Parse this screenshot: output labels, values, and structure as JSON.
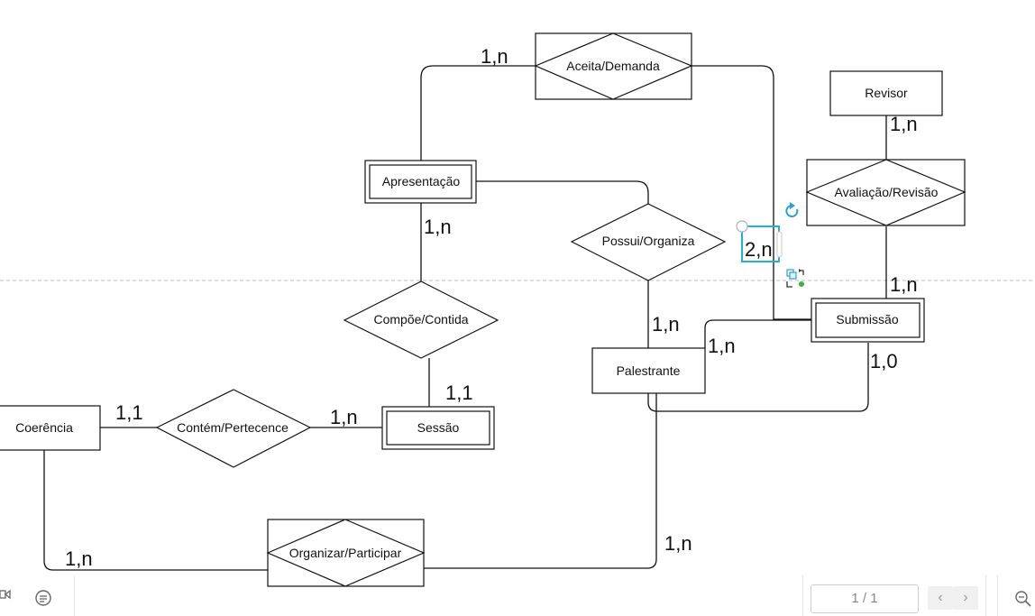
{
  "entities": {
    "revisor": "Revisor",
    "apresentacao": "Apresentação",
    "submissao": "Submissão",
    "palestrante": "Palestrante",
    "coerencia": "Coerência",
    "sessao": "Sessão"
  },
  "relationships": {
    "aceita_demanda": "Aceita/Demanda",
    "avaliacao_revisao": "Avaliação/Revisão",
    "possui_organiza": "Possui/Organiza",
    "compoe_contida": "Compõe/Contida",
    "contem_pertecence": "Contém/Pertecence",
    "organizar_participar": "Organizar/Participar"
  },
  "cardinalities": {
    "aceita_top": "1,n",
    "revisor_avaliacao": "1,n",
    "apresentacao_compoe": "1,n",
    "selected": "2,n",
    "avaliacao_submissao": "1,n",
    "possui_palestrante": "1,n",
    "palestrante_submissao": "1,n",
    "submissao_palestrante": "1,0",
    "compoe_sessao": "1,1",
    "coerencia_contem": "1,1",
    "contem_sessao": "1,n",
    "palestrante_organizar": "1,n",
    "coerencia_organizar": "1,n"
  },
  "pager": {
    "page_indicator": "1 / 1"
  },
  "colors": {
    "selection": "#1fb3d1",
    "rotate_handle": "#2a9fd6",
    "swap_handle_green": "#3cb043"
  },
  "icons": {
    "rotate": "rotate-icon",
    "swap": "swap-icon",
    "prev": "chevron-left-icon",
    "next": "chevron-right-icon",
    "zoom": "zoom-icon",
    "video": "video-icon",
    "comment": "comment-icon"
  }
}
